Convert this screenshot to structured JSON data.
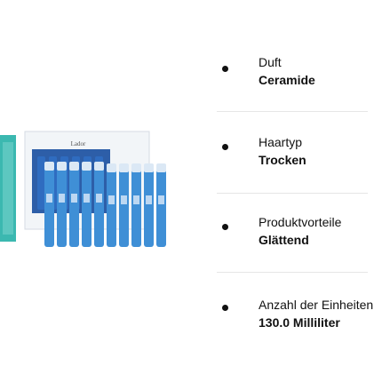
{
  "product": {
    "image_alt": "product-photo",
    "brand_mark": "Lador",
    "colors": {
      "vial": "#3f8fd6",
      "vial_dark": "#1f5fa8",
      "box": "#2d5ea8",
      "teal": "#3bb8b0",
      "cap": "#dbe8f5"
    }
  },
  "attributes": [
    {
      "label": "Duft",
      "value": "Ceramide"
    },
    {
      "label": "Haartyp",
      "value": "Trocken"
    },
    {
      "label": "Produktvorteile",
      "value": "Glättend"
    },
    {
      "label": "Anzahl der Einheiten",
      "value": "130.0 Milliliter"
    }
  ]
}
